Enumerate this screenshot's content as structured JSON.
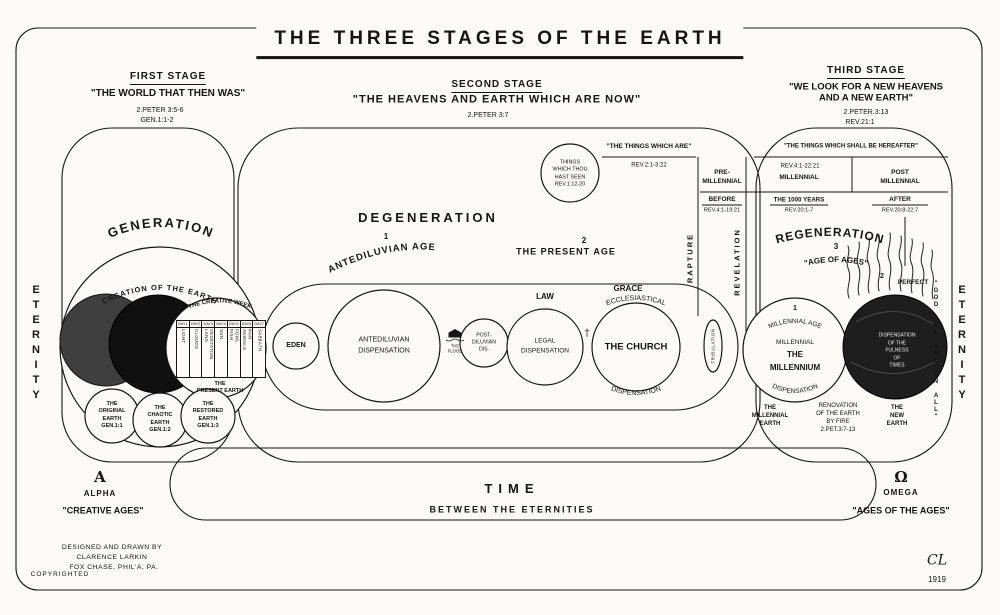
{
  "title": "THE THREE STAGES OF THE EARTH",
  "stage1": {
    "heading": "FIRST STAGE",
    "quote": "\"THE WORLD THAT THEN WAS\"",
    "ref1": "2.PETER 3:5-6",
    "ref2": "GEN.1:1-2"
  },
  "stage2": {
    "heading": "SECOND STAGE",
    "quote": "\"THE HEAVENS AND EARTH WHICH ARE NOW\"",
    "ref1": "2.PETER 3:7"
  },
  "stage3": {
    "heading": "THIRD STAGE",
    "quote1": "\"WE LOOK FOR A NEW HEAVENS",
    "quote2": "AND A NEW EARTH\"",
    "ref1": "2.PETER.3:13",
    "ref2": "REV.21:1"
  },
  "margins": {
    "eternity_left": "ETERNITY",
    "eternity_right": "ETERNITY",
    "god_all": "\"GOD ALL AND IN ALL\""
  },
  "generation": {
    "label": "GENERATION",
    "creation": "CREATION OF THE EARTH",
    "creative_week": "THE CREATIVE WEEK",
    "day_label": "DAY",
    "day_numbers": [
      "1",
      "2",
      "3",
      "4",
      "5",
      "6",
      "7"
    ],
    "days": [
      [
        "LIGHT"
      ],
      [
        "CLOUDS"
      ],
      [
        "LAND",
        "VEGETATION"
      ],
      [
        "SUN"
      ],
      [
        "FISH",
        "FOWL"
      ],
      [
        "ANIMALS",
        "MAN"
      ],
      [
        "SABBATH"
      ]
    ],
    "present_earth": [
      "THE",
      "PRESENT EARTH"
    ],
    "original_earth": [
      "THE",
      "ORIGINAL",
      "EARTH",
      "GEN.1:1"
    ],
    "chaotic_earth": [
      "THE",
      "CHAOTIC",
      "EARTH",
      "GEN.1:2"
    ],
    "restored_earth": [
      "THE",
      "RESTORED",
      "EARTH",
      "GEN.1:3"
    ]
  },
  "degeneration": {
    "label": "DEGENERATION",
    "age1_num": "1",
    "age1": "ANTEDILUVIAN AGE",
    "age2_num": "2",
    "age2": "THE PRESENT AGE",
    "eden": "EDEN",
    "antediluvian": [
      "ANTEDILUVIAN",
      "DISPENSATION"
    ],
    "flood": [
      "THE",
      "FLOOD"
    ],
    "postdiluvian": [
      "POST-",
      "DILUVIAN",
      "DIS."
    ],
    "law": "LAW",
    "legal": [
      "LEGAL",
      "DISPENSATION"
    ],
    "cross": "†",
    "grace": "GRACE",
    "ecclesiastical": "ECCLESIASTICAL",
    "church": "THE CHURCH",
    "dispensation": "DISPENSATION",
    "tribulation": "TRIBULATION",
    "rapture": "RAPTURE",
    "revelation": "REVELATION"
  },
  "revelation_outline": {
    "seen": [
      "THINGS",
      "WHICH THOU",
      "HAST SEEN",
      "REV.1:12-20"
    ],
    "are_heading": "\"THE THINGS WHICH ARE\"",
    "are_ref": "REV.2:1-3:22",
    "hereafter_heading": "\"THE THINGS WHICH SHALL BE HEREAFTER\"",
    "hereafter_ref": "REV.4:1-22:21",
    "pre_line1": "PRE-",
    "pre_line2": "MILLENNIAL",
    "pre_when": "BEFORE",
    "pre_ref": "REV.4:1-19:21",
    "mill_heading": "MILLENNIAL",
    "mill_when": "THE 1000 YEARS",
    "mill_ref": "REV.20:1-7",
    "post_line1": "POST",
    "post_line2": "MILLENNIAL",
    "post_when": "AFTER",
    "post_ref": "REV.20:8-22:7"
  },
  "regeneration": {
    "label": "REGENERATION",
    "age3_num": "3",
    "age3": "\"AGE OF AGES\"",
    "mill_num": "1",
    "millennial_age": "MILLENNIAL AGE",
    "millennial": "MILLENNIAL",
    "the": "THE",
    "millennium": "MILLENNIUM",
    "dispensation": "DISPENSATION",
    "perfect_num": "2",
    "perfect": "PERFECT",
    "fulness": [
      "DISPENSATION",
      "OF THE",
      "FULNESS",
      "OF",
      "TIMES"
    ],
    "millennial_earth": [
      "THE",
      "MILLENNIAL",
      "EARTH"
    ],
    "renovation": [
      "RENOVATION",
      "OF THE EARTH",
      "BY FIRE",
      "2.PET.3:7-13"
    ],
    "new_earth": [
      "THE",
      "NEW",
      "EARTH"
    ]
  },
  "bottom": {
    "time": "TIME",
    "between": "BETWEEN THE ETERNITIES",
    "alpha_symbol": "A",
    "alpha": "ALPHA",
    "creative_ages": "\"CREATIVE AGES\"",
    "omega_symbol": "Ω",
    "omega": "OMEGA",
    "ages_of_ages": "\"AGES OF THE AGES\"",
    "credit1": "DESIGNED AND DRAWN BY",
    "credit2": "CLARENCE LARKIN",
    "credit3": "FOX CHASE, PHIL'A, PA.",
    "copyrighted": "COPYRIGHTED",
    "monogram": "CL",
    "year": "1919"
  }
}
